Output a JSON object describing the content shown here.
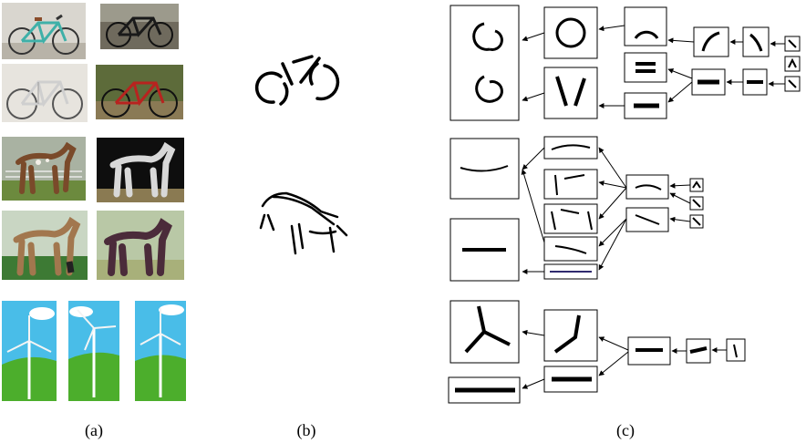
{
  "figure": {
    "captions": {
      "a": "(a)",
      "b": "(b)",
      "c": "(c)"
    },
    "panel_a": {
      "rows": [
        {
          "category": "bicycle",
          "images": [
            "bicycle-photo",
            "bicycle-photo",
            "bicycle-photo",
            "bicycle-photo"
          ]
        },
        {
          "category": "horse",
          "images": [
            "horse-photo",
            "horse-photo",
            "horse-photo",
            "horse-photo"
          ]
        },
        {
          "category": "windmill",
          "images": [
            "windmill-illustration",
            "windmill-illustration",
            "windmill-illustration"
          ]
        }
      ]
    },
    "panel_b": {
      "shapes": [
        "bicycle-sketch",
        "horse-sketch"
      ]
    },
    "panel_c": {
      "hierarchies": [
        "bicycle-part-hierarchy",
        "horse-part-hierarchy",
        "windmill-part-hierarchy"
      ]
    },
    "colors": {
      "ink": "#000000",
      "sky": "#49bde8",
      "grass": "#4cae2c"
    }
  }
}
